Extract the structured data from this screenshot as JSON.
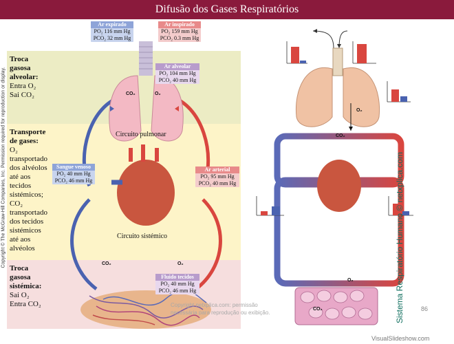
{
  "title": "Difusão dos Gases Respiratórios",
  "sections": {
    "alveolar": {
      "heading": "Troca gasosa alveolar:",
      "lines": [
        "Entra O₂",
        "Sai CO₂"
      ]
    },
    "transport": {
      "heading": "Transporte de gases:",
      "text": "O₂ transportado dos alvéolos até aos tecidos sistémicos; CO₂ transportado dos tecidos sistémicos até aos alvéolos"
    },
    "systemic": {
      "heading": "Troca gasosa sistémica:",
      "lines": [
        "Sai O₂",
        "Entra CO₂"
      ]
    }
  },
  "boxes": {
    "expired": {
      "title": "Ar expirado",
      "po2": "PO₂ 116 mm Hg",
      "pco2": "PCO₂ 32 mm Hg"
    },
    "inspired": {
      "title": "Ar inspirado",
      "po2": "PO₂ 159 mm Hg",
      "pco2": "PCO₂ 0.3 mm Hg"
    },
    "alveolar": {
      "title": "Ar alveolar",
      "po2": "PO₂ 104 mm Hg",
      "pco2": "PCO₂ 40 mm Hg"
    },
    "venous": {
      "title": "Sangue venoso",
      "po2": "PO₂ 40 mm Hg",
      "pco2": "PCO₂ 46 mm Hg"
    },
    "arterial": {
      "title": "Ar arterial",
      "po2": "PO₂ 95 mm Hg",
      "pco2": "PCO₂ 40 mm Hg"
    },
    "tissue": {
      "title": "Fluido tecidos",
      "po2": "PO₂ 40 mm Hg",
      "pco2": "PCO₂ 46 mm Hg"
    }
  },
  "labels": {
    "pulmonary": "Circuito pulmonar",
    "systemic": "Circuito sistémico",
    "co2": "CO₂",
    "o2": "O₂"
  },
  "copyright_vertical": "Copyright © The McGraw-Hill Companies, Inc. Permission required for reproduction or display.",
  "side_title": "Sistema Respiratório Humano © netxplica.com",
  "watermark": [
    "Copyright netxplica.com: permissão",
    "necessária para reprodução ou exibição."
  ],
  "page_number": "86",
  "brand": "VisualSlideshow.com",
  "colors": {
    "title_bg": "#8a1a3c",
    "oxygenated": "#d9463f",
    "deoxygenated": "#4a62b0",
    "side_text": "#0f6e5e"
  }
}
